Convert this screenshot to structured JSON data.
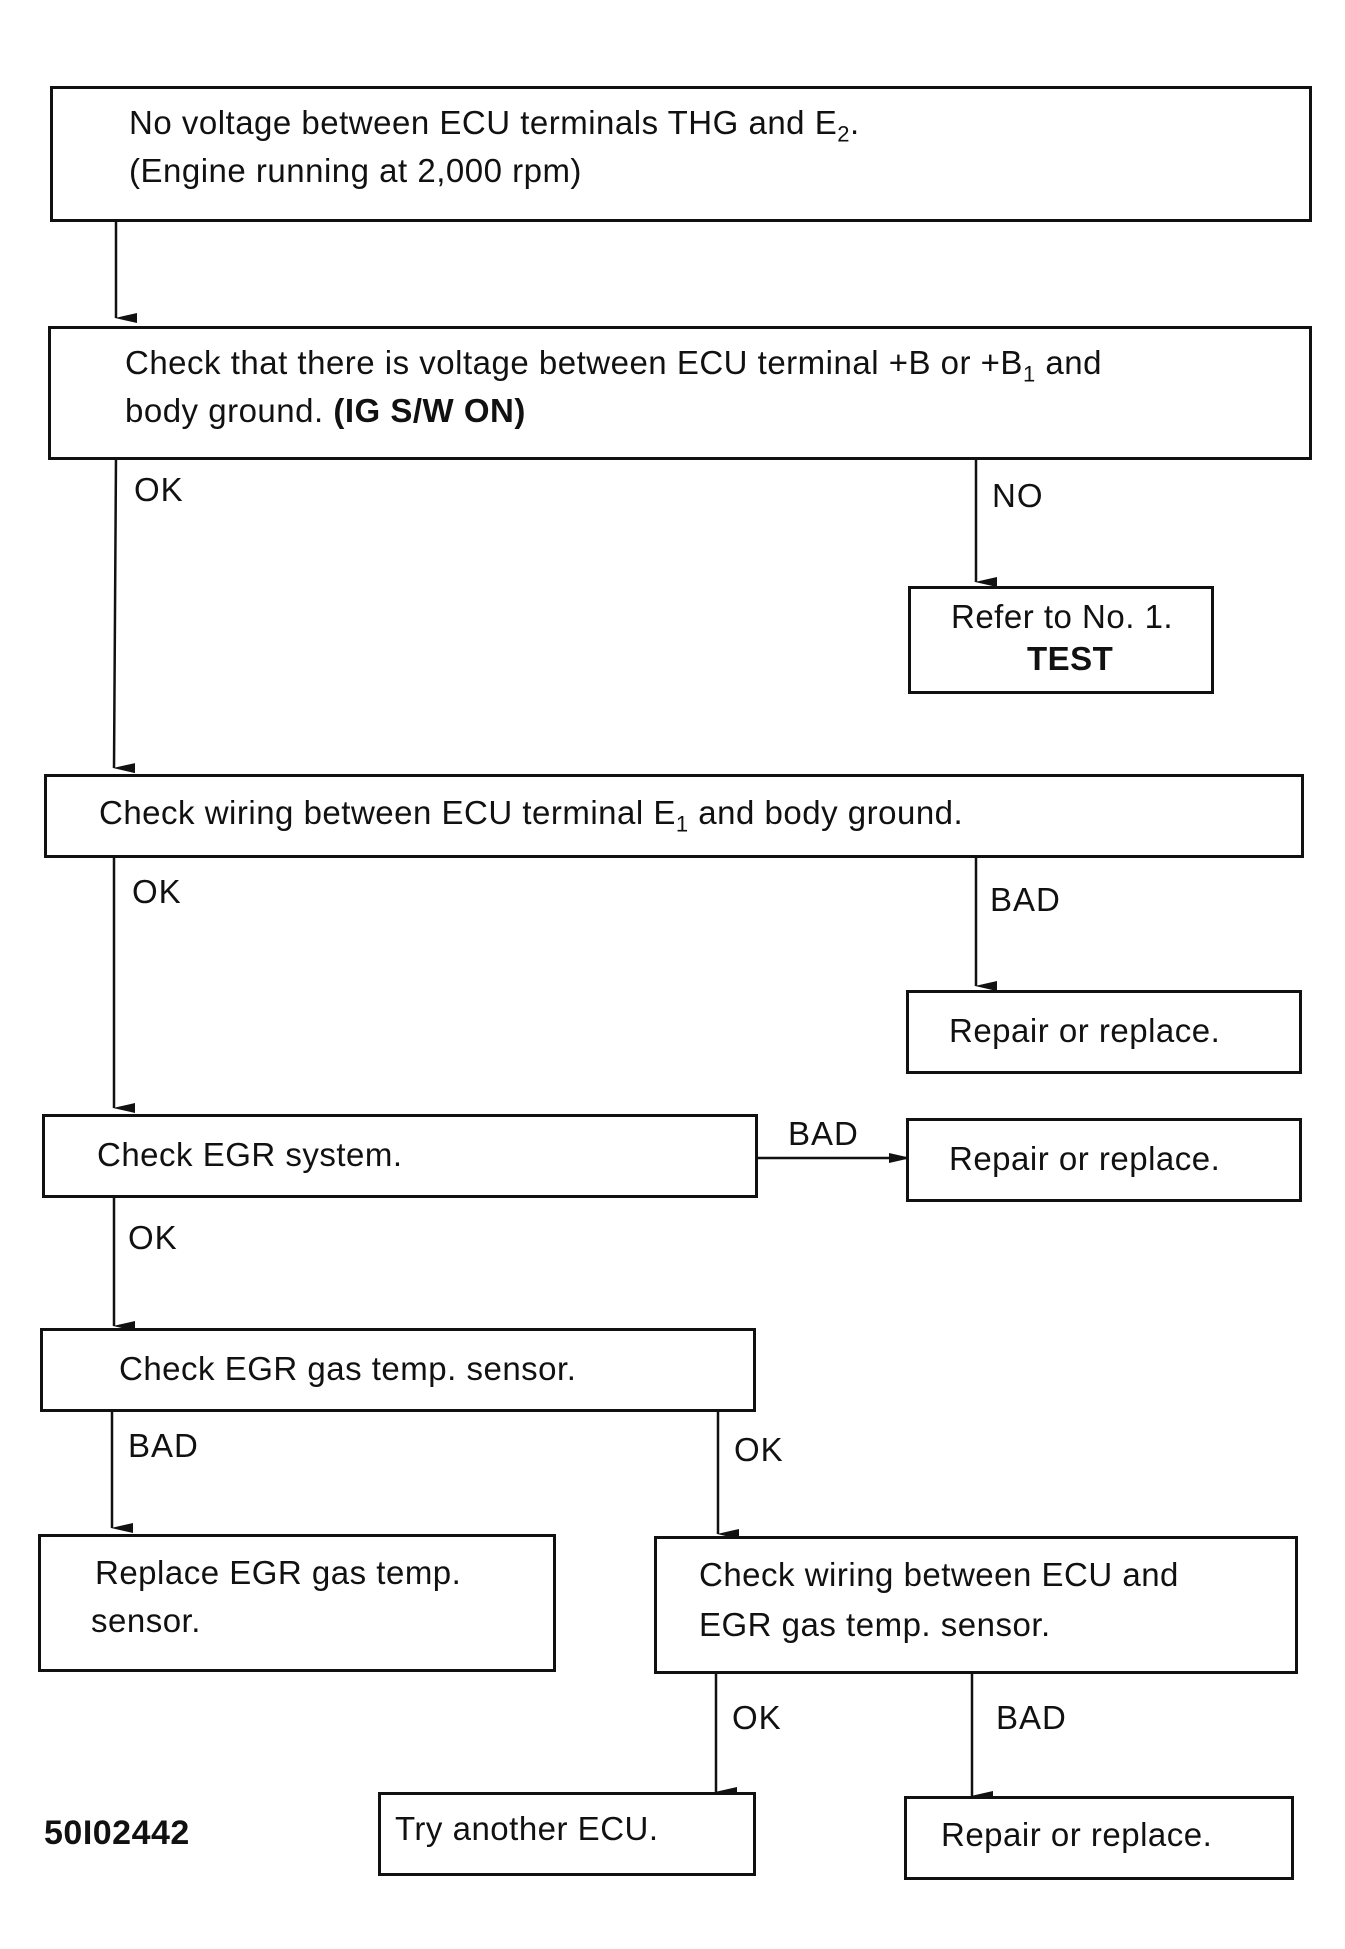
{
  "boxes": {
    "b1": {
      "line1_pre": "No voltage between ECU terminals THG and E",
      "line1_sub": "2",
      "line1_post": ".",
      "line2": "(Engine running at 2,000 rpm)"
    },
    "b2": {
      "line1_pre": "Check that there is voltage between ECU terminal +B or +B",
      "line1_sub": "1",
      "line1_post": " and",
      "line2_pre": "body ground.  ",
      "line2_bold": "(IG S/W ON)"
    },
    "b3": {
      "line1": "Refer to No. 1.",
      "line2": "TEST"
    },
    "b4": {
      "pre": "Check wiring between ECU terminal E",
      "sub": "1",
      "post": " and body ground."
    },
    "b5": {
      "text": "Repair or replace."
    },
    "b6": {
      "text": "Check EGR system."
    },
    "b7": {
      "text": "Repair or replace."
    },
    "b8": {
      "text": "Check EGR gas temp. sensor."
    },
    "b9": {
      "line1": "Replace EGR gas temp.",
      "line2": "sensor."
    },
    "b10": {
      "line1": "Check wiring between ECU and",
      "line2": "EGR gas temp. sensor."
    },
    "b11": {
      "text": "Try another ECU."
    },
    "b12": {
      "text": "Repair or replace."
    }
  },
  "labels": {
    "ok1": "OK",
    "no1": "NO",
    "ok2": "OK",
    "bad1": "BAD",
    "bad2": "BAD",
    "ok3": "OK",
    "bad3": "BAD",
    "ok4": "OK",
    "ok5": "OK",
    "bad4": "BAD"
  },
  "figure_code": "50I02442"
}
